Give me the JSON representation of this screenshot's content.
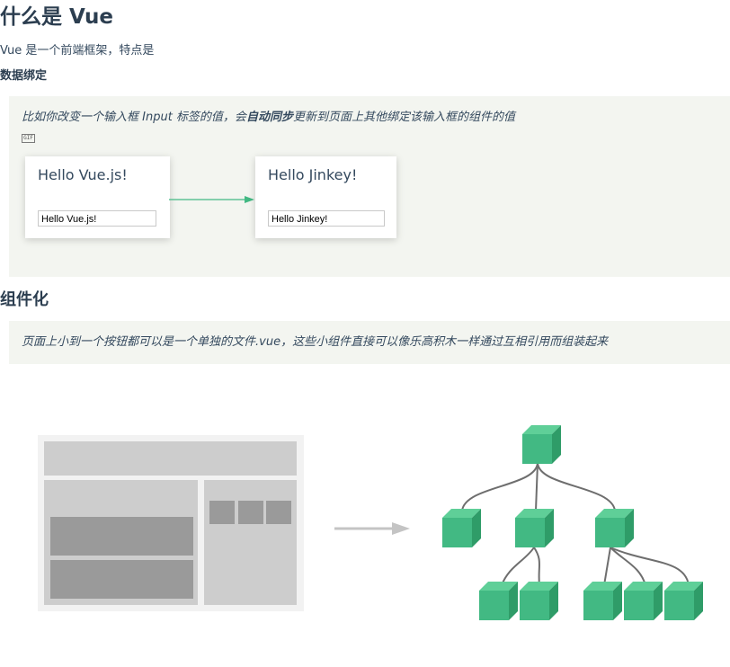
{
  "page_title": "什么是 Vue",
  "intro_text": "Vue 是一个前端框架，特点是",
  "data_binding": {
    "heading": "数据绑定",
    "quote_prefix": "比如你改变一个输入框 Input 标签的值，会",
    "quote_bold": "自动同步",
    "quote_suffix": "更新到页面上其他绑定该输入框的组件的值",
    "broken_image_label": "GIF",
    "card_left": {
      "title": "Hello Vue.js!",
      "input_value": "Hello Vue.js!"
    },
    "card_right": {
      "title": "Hello Jinkey!",
      "input_value": "Hello Jinkey!"
    },
    "arrow_color": "#42b983"
  },
  "components": {
    "heading": "组件化",
    "quote": "页面上小到一个按钮都可以是一个单独的文件.vue，这些小组件直接可以像乐高积木一样通过互相引用而组装起来"
  },
  "colors": {
    "quote_bg": "#f3f5f0",
    "cube_front": "#42b983",
    "cube_top": "#5fcf98",
    "cube_side": "#2f9c68",
    "wireframe_light": "#d8d8d8",
    "wireframe_dark": "#9a9a9a"
  }
}
